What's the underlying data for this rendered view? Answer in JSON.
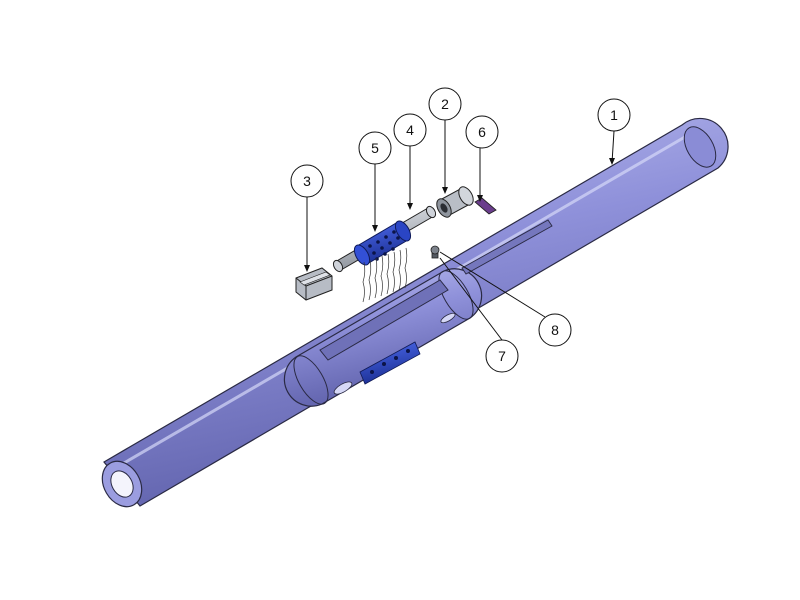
{
  "callouts": [
    {
      "id": "1",
      "label": "1"
    },
    {
      "id": "2",
      "label": "2"
    },
    {
      "id": "3",
      "label": "3"
    },
    {
      "id": "4",
      "label": "4"
    },
    {
      "id": "5",
      "label": "5"
    },
    {
      "id": "6",
      "label": "6"
    },
    {
      "id": "7",
      "label": "7"
    },
    {
      "id": "8",
      "label": "8"
    }
  ],
  "colors": {
    "tube": "#8a8cd6",
    "tube_dark": "#5e60a8",
    "tube_light": "#b4b6ec",
    "roller": "#2f4fd8",
    "roller_dark": "#1c2f94",
    "pin": "#9aa0a8",
    "block": "#b9bec6",
    "outline": "#222222"
  },
  "icons": [
    "tube-body",
    "insert-block",
    "pin",
    "roller",
    "bushing",
    "key",
    "screw",
    "spring"
  ]
}
